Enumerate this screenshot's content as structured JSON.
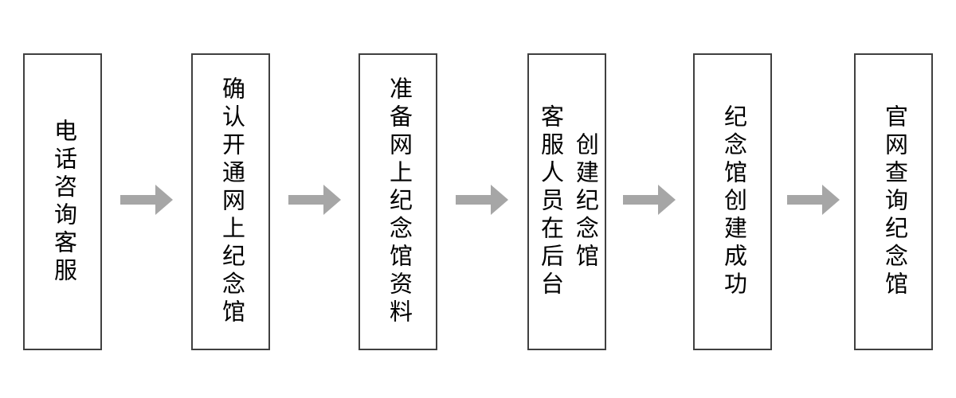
{
  "flow": {
    "title": "memorial-hall-creation-process",
    "steps": [
      {
        "lines": [
          "电话咨询客服"
        ]
      },
      {
        "lines": [
          "确认开通网上纪念馆"
        ]
      },
      {
        "lines": [
          "准备网上纪念馆资料"
        ]
      },
      {
        "lines": [
          "客服人员在后台",
          "创建纪念馆"
        ]
      },
      {
        "lines": [
          "纪念馆创建成功"
        ]
      },
      {
        "lines": [
          "官网查询纪念馆"
        ]
      }
    ],
    "colors": {
      "arrow": "#a6a6a6",
      "box_border": "#404040",
      "text": "#000000",
      "background": "#ffffff"
    }
  }
}
